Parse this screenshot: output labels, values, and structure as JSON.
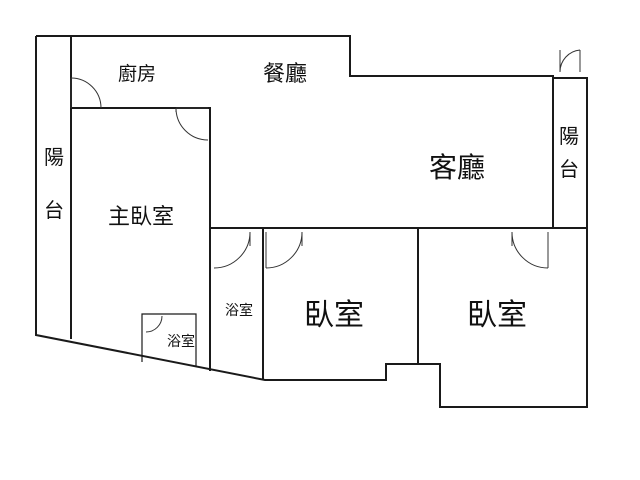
{
  "rooms": {
    "kitchen": "廚房",
    "dining": "餐廳",
    "living": "客廳",
    "balcony_left": [
      "陽",
      "台"
    ],
    "balcony_right": [
      "陽",
      "台"
    ],
    "master_bedroom": "主臥室",
    "bath_main": "浴室",
    "bath_ensuite": "浴室",
    "bedroom_a": "臥室",
    "bedroom_b": "臥室"
  }
}
